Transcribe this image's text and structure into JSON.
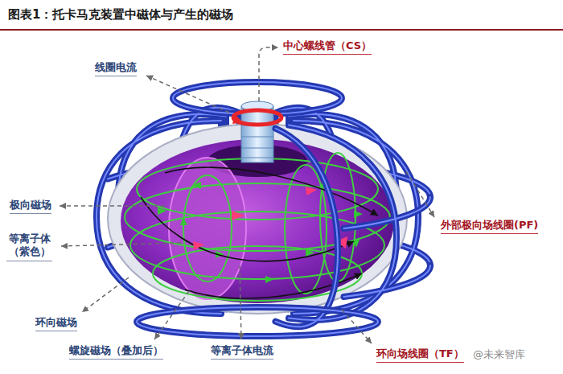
{
  "diagram": {
    "title": "图表1：托卡马克装置中磁体与产生的磁场",
    "labels": [
      "线圈电流",
      "中心螺线管（CS）",
      "极向磁场",
      "等离子体 （紫色）",
      "外部极向场线圈(PF)",
      "环向磁场",
      "螺旋磁场（叠加后）",
      "等离子体电流",
      "环向场线圈（TF）",
      "@未来智库"
    ]
  }
}
